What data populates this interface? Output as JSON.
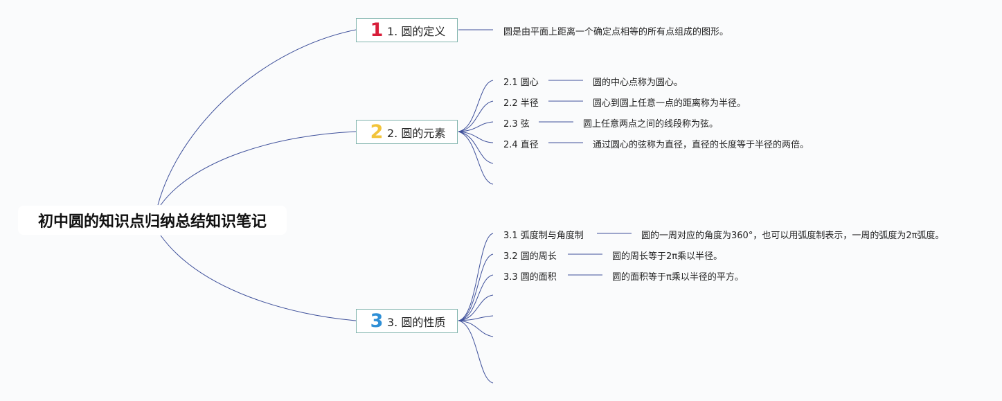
{
  "colors": {
    "link": "#3d4f9a",
    "branch_border": "#7fb3ac",
    "num1": "#d81e3a",
    "num2": "#f2c43b",
    "num3": "#2e8fd6"
  },
  "root": {
    "title": "初中圆的知识点归纳总结知识笔记"
  },
  "branches": [
    {
      "number": "1",
      "label": "1. 圆的定义",
      "text": "圆是由平面上距离一个确定点相等的所有点组成的图形。"
    },
    {
      "number": "2",
      "label": "2. 圆的元素",
      "items": [
        {
          "label": "2.1 圆心",
          "text": "圆的中心点称为圆心。"
        },
        {
          "label": "2.2 半径",
          "text": "圆心到圆上任意一点的距离称为半径。"
        },
        {
          "label": "2.3 弦",
          "text": "圆上任意两点之间的线段称为弦。"
        },
        {
          "label": "2.4 直径",
          "text": "通过圆心的弦称为直径，直径的长度等于半径的两倍。"
        }
      ]
    },
    {
      "number": "3",
      "label": "3. 圆的性质",
      "items": [
        {
          "label": "3.1 弧度制与角度制",
          "text": "圆的一周对应的角度为360°，也可以用弧度制表示，一周的弧度为2π弧度。"
        },
        {
          "label": "3.2 圆的周长",
          "text": "圆的周长等于2π乘以半径。"
        },
        {
          "label": "3.3 圆的面积",
          "text": "圆的面积等于π乘以半径的平方。"
        }
      ]
    }
  ]
}
